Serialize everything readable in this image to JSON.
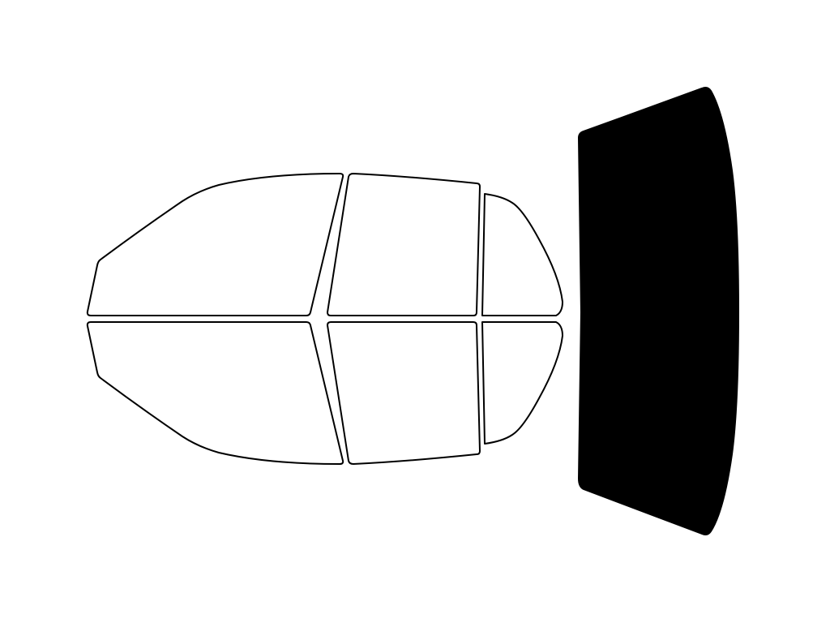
{
  "diagram": {
    "colors": {
      "background": "#ffffff",
      "outline": "#000000",
      "clear_fill": "#ffffff",
      "tinted_fill": "#000000"
    },
    "windows": [
      {
        "id": "upper-left-panel",
        "state": "clear"
      },
      {
        "id": "upper-middle-panel",
        "state": "clear"
      },
      {
        "id": "upper-right-quarter-panel",
        "state": "clear"
      },
      {
        "id": "lower-left-panel",
        "state": "clear"
      },
      {
        "id": "lower-middle-panel",
        "state": "clear"
      },
      {
        "id": "lower-right-quarter-panel",
        "state": "clear"
      },
      {
        "id": "rear-windshield",
        "state": "tinted"
      }
    ]
  }
}
